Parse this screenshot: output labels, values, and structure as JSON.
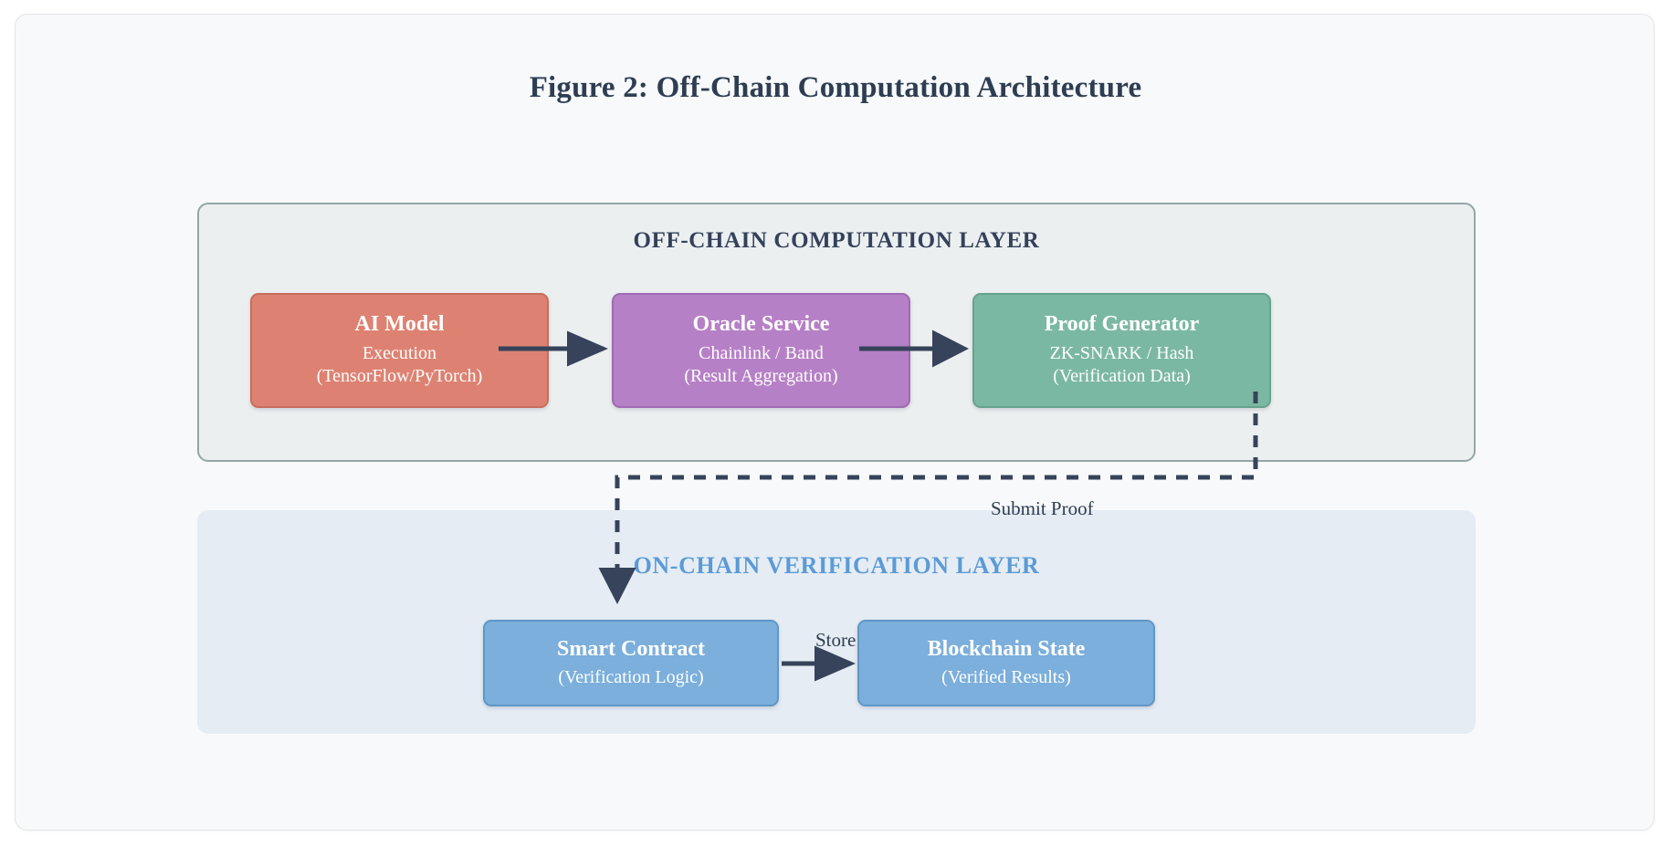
{
  "figure": {
    "title": "Figure 2: Off-Chain Computation Architecture",
    "background_color": "#f7f9fb",
    "border_color": "#e2e6ea"
  },
  "layers": [
    {
      "id": "off-chain",
      "heading": "OFF-CHAIN COMPUTATION LAYER",
      "heading_color": "#33415a",
      "panel_fill": "#eceff0",
      "panel_border": "#93a6a6",
      "nodes": [
        {
          "id": "ai-model",
          "title": "AI Model",
          "sub_line1": "Execution",
          "sub_line2": "(TensorFlow/PyTorch)",
          "fill": "#dd8272",
          "border": "#c96d5d",
          "text_color": "#ffffff"
        },
        {
          "id": "oracle-service",
          "title": "Oracle Service",
          "sub_line1": "Chainlink / Band",
          "sub_line2": "(Result Aggregation)",
          "fill": "#b680c6",
          "border": "#a169b4",
          "text_color": "#ffffff"
        },
        {
          "id": "proof-generator",
          "title": "Proof Generator",
          "sub_line1": "ZK-SNARK / Hash",
          "sub_line2": "(Verification Data)",
          "fill": "#7bb8a3",
          "border": "#65a38e",
          "text_color": "#ffffff"
        }
      ]
    },
    {
      "id": "on-chain",
      "heading": "ON-CHAIN VERIFICATION LAYER",
      "heading_color": "#5b9bd5",
      "panel_fill": "#e5ecf4",
      "panel_border": "none",
      "nodes": [
        {
          "id": "smart-contract",
          "title": "Smart Contract",
          "sub_line1": "(Verification Logic)",
          "sub_line2": "",
          "fill": "#7cafdb",
          "border": "#5f97c9",
          "text_color": "#ffffff"
        },
        {
          "id": "blockchain-state",
          "title": "Blockchain State",
          "sub_line1": "(Verified Results)",
          "sub_line2": "",
          "fill": "#7cafdb",
          "border": "#5f97c9",
          "text_color": "#ffffff"
        }
      ]
    }
  ],
  "connectors": [
    {
      "id": "ai-to-oracle",
      "from": "ai-model",
      "to": "oracle-service",
      "label": "",
      "style": "solid",
      "color": "#36435a"
    },
    {
      "id": "oracle-to-proof",
      "from": "oracle-service",
      "to": "proof-generator",
      "label": "",
      "style": "solid",
      "color": "#36435a"
    },
    {
      "id": "proof-to-contract",
      "from": "proof-generator",
      "to": "smart-contract",
      "label": "Submit Proof",
      "style": "dashed",
      "color": "#36435a"
    },
    {
      "id": "contract-to-state",
      "from": "smart-contract",
      "to": "blockchain-state",
      "label": "Store",
      "style": "solid",
      "color": "#36435a"
    }
  ]
}
